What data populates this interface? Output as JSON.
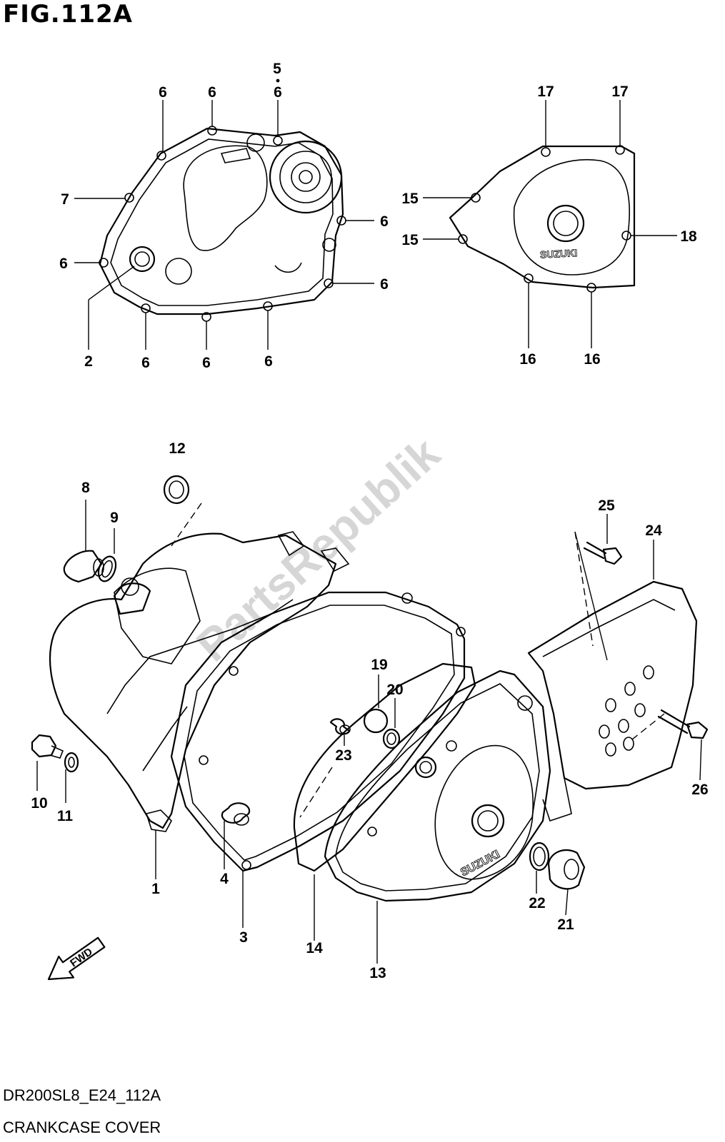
{
  "figure": {
    "title": "FIG.112A"
  },
  "footer": {
    "code": "DR200SL8_E24_112A",
    "name": "CRANKCASE COVER"
  },
  "fwd_label": "FWD",
  "watermark": "PartsRepublik",
  "callouts": {
    "c1": "1",
    "c2": "2",
    "c3": "3",
    "c4": "4",
    "c5": "5",
    "c6": "6",
    "c7": "7",
    "c8": "8",
    "c9": "9",
    "c10": "10",
    "c11": "11",
    "c12": "12",
    "c13": "13",
    "c14": "14",
    "c15": "15",
    "c16": "16",
    "c17": "17",
    "c18": "18",
    "c19": "19",
    "c20": "20",
    "c21": "21",
    "c22": "22",
    "c23": "23",
    "c24": "24",
    "c25": "25",
    "c26": "26"
  },
  "logo_text": "SUZUKI"
}
